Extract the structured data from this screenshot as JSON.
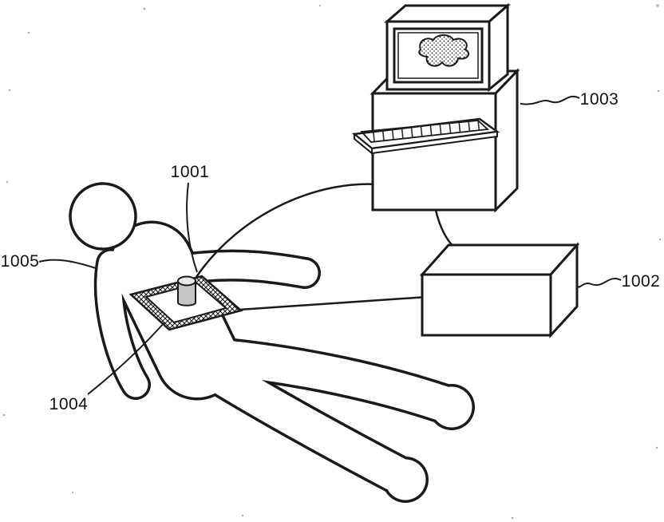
{
  "figure": {
    "type": "patent-line-drawing",
    "background_color": "#ffffff",
    "line_color": "#1a1a1a",
    "labels": {
      "probe": "1001",
      "processor": "1002",
      "workstation": "1003",
      "pad": "1004",
      "patient": "1005"
    }
  }
}
